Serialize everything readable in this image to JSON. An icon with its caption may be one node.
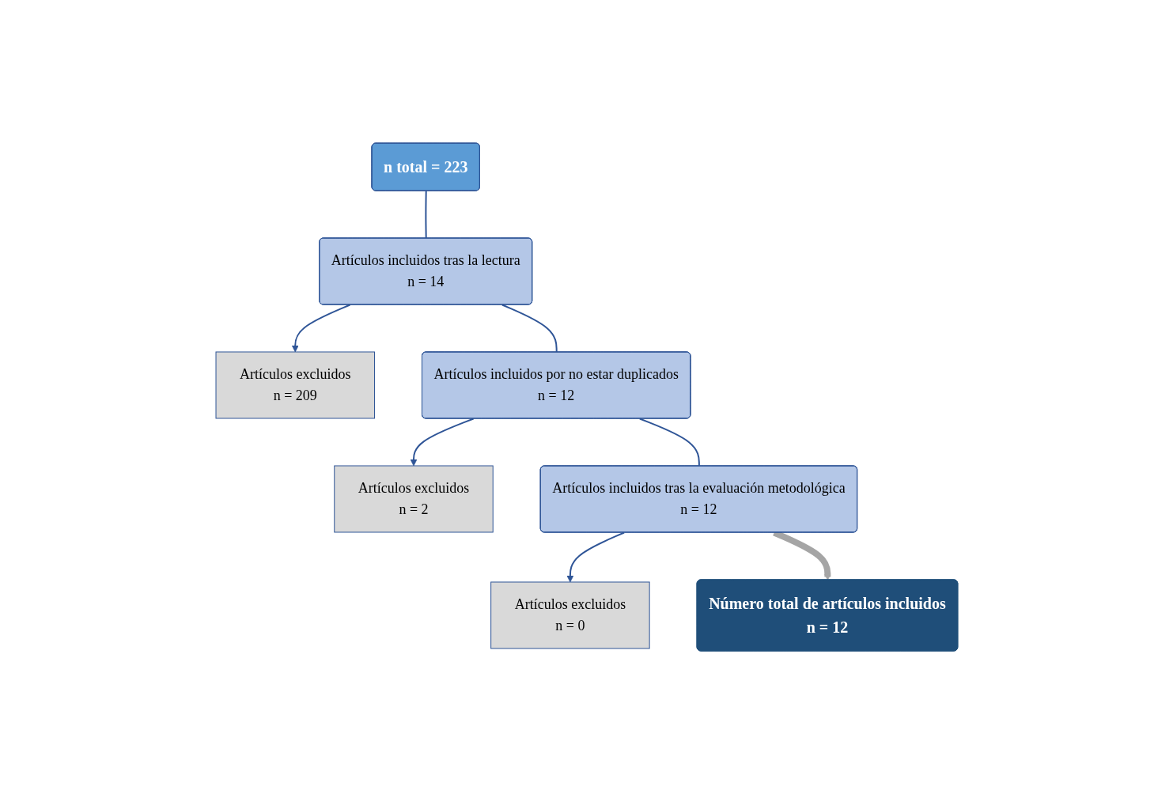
{
  "diagram": {
    "nodes": [
      {
        "text": [
          "n total = 223"
        ]
      },
      {
        "text": [
          "Artículos incluidos tras la lectura",
          "n = 14"
        ]
      },
      {
        "text": [
          "Artículos excluidos",
          "n = 209"
        ]
      },
      {
        "text": [
          "Artículos incluidos por no estar duplicados",
          "n = 12"
        ]
      },
      {
        "text": [
          "Artículos excluidos",
          "n = 2"
        ]
      },
      {
        "text": [
          "Artículos incluidos tras la evaluación metodológica",
          "n = 12"
        ]
      },
      {
        "text": [
          "Artículos excluidos",
          "n = 0"
        ]
      },
      {
        "text": [
          "Número total de artículos incluidos",
          "n = 12"
        ]
      }
    ],
    "edges": [
      {
        "from": 0,
        "to": 1,
        "arrow": "none"
      },
      {
        "from": 1,
        "to": 2,
        "arrow": "to"
      },
      {
        "from": 1,
        "to": 3,
        "arrow": "none"
      },
      {
        "from": 3,
        "to": 4,
        "arrow": "to"
      },
      {
        "from": 3,
        "to": 5,
        "arrow": "none"
      },
      {
        "from": 5,
        "to": 6,
        "arrow": "to"
      },
      {
        "from": 5,
        "to": 7,
        "arrow": "to",
        "style": "thick",
        "color": "#a5a5a5"
      }
    ]
  }
}
